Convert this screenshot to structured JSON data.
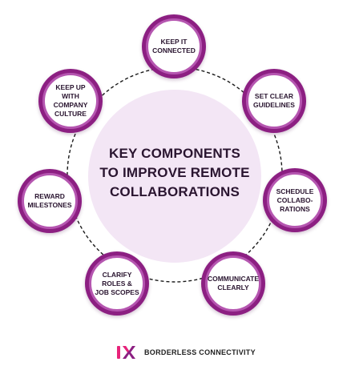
{
  "center": {
    "lines": [
      "KEY COMPONENTS",
      "TO IMPROVE REMOTE",
      "COLLABORATIONS"
    ]
  },
  "nodes": [
    {
      "lines": [
        "KEEP IT",
        "CONNECTED"
      ]
    },
    {
      "lines": [
        "SET CLEAR",
        "GUIDELINES"
      ]
    },
    {
      "lines": [
        "SCHEDULE",
        "COLLABO-",
        "RATIONS"
      ]
    },
    {
      "lines": [
        "COMMUNICATE",
        "CLEARLY"
      ]
    },
    {
      "lines": [
        "CLARIFY",
        "ROLES &",
        "JOB SCOPES"
      ]
    },
    {
      "lines": [
        "REWARD",
        "MILESTONES"
      ]
    },
    {
      "lines": [
        "KEEP UP",
        "WITH",
        "COMPANY",
        "CULTURE"
      ]
    }
  ],
  "footer": {
    "brand": "BORDERLESS CONNECTIVITY",
    "logo_icon": "ix-logo-icon"
  },
  "colors": {
    "node_fill": "#8c1f82",
    "node_ring": "#b556b0",
    "center_fill": "#f3e6f5",
    "text": "#2a1530",
    "logo_pink": "#e8237a",
    "logo_purple": "#8c1f82"
  }
}
